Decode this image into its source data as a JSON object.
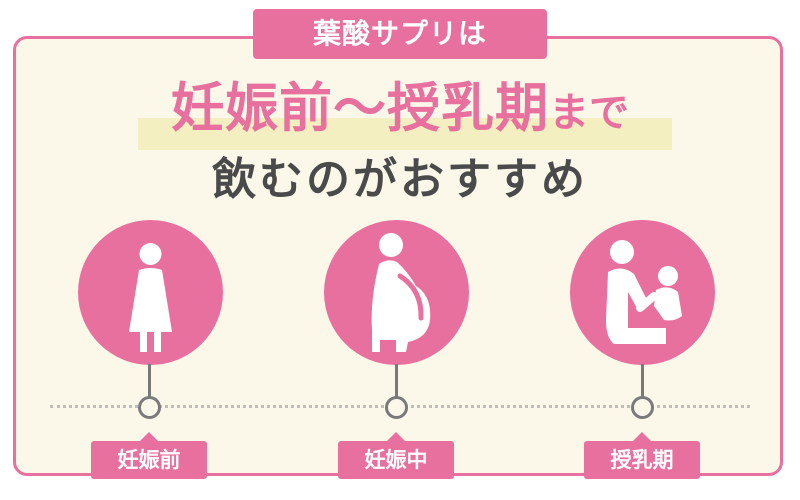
{
  "badge": {
    "text": "葉酸サプリは"
  },
  "headline": {
    "main": "妊娠前〜授乳期",
    "suffix": "まで"
  },
  "subheadline": {
    "text": "飲むのがおすすめ"
  },
  "stages": [
    {
      "label": "妊娠前",
      "icon": "woman-icon"
    },
    {
      "label": "妊娠中",
      "icon": "pregnant-woman-icon"
    },
    {
      "label": "授乳期",
      "icon": "mother-holding-baby-icon"
    }
  ],
  "colors": {
    "accent": "#e8709e",
    "panel": "#fbf8ea",
    "highlight": "#f4efc0",
    "text": "#4a4a4a",
    "line": "#7a7a7a"
  }
}
